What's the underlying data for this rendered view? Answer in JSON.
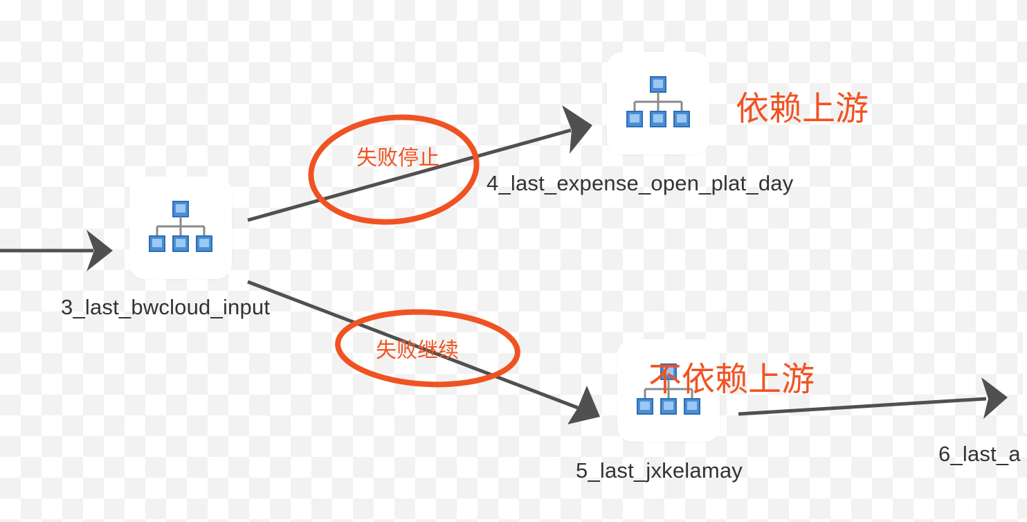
{
  "colors": {
    "edge": "#505050",
    "annotation": "#f05322",
    "node_icon": "#4a8fd6"
  },
  "nodes": {
    "node3": {
      "label": "3_last_bwcloud_input",
      "icon": "hierarchy-icon"
    },
    "node4": {
      "label": "4_last_expense_open_plat_day",
      "icon": "hierarchy-icon"
    },
    "node5": {
      "label": "5_last_jxkelamay",
      "icon": "hierarchy-icon"
    },
    "node6": {
      "label": "6_last_a",
      "icon": "hierarchy-icon"
    }
  },
  "annotations": {
    "fail_stop": "失败停止",
    "fail_continue": "失败继续",
    "depends_upstream": "依赖上游",
    "not_depends_upstream": "不依赖上游"
  }
}
